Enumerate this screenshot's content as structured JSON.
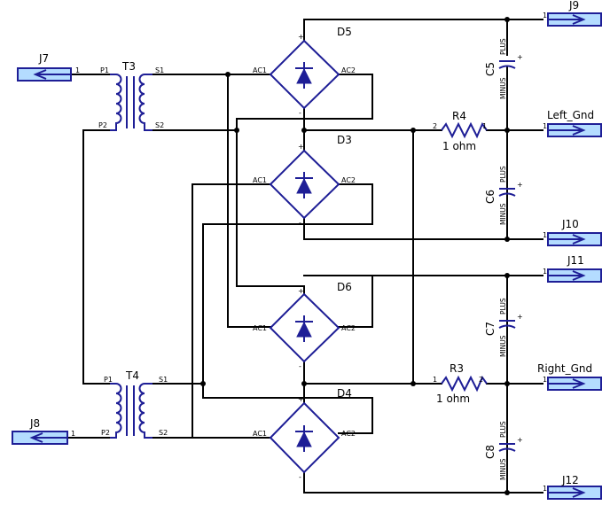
{
  "connectors": {
    "j7": {
      "ref": "J7",
      "pin": "1"
    },
    "j8": {
      "ref": "J8",
      "pin": "1"
    },
    "j9": {
      "ref": "J9",
      "pin": "1"
    },
    "j10": {
      "ref": "J10",
      "pin": "1"
    },
    "j11": {
      "ref": "J11",
      "pin": "1"
    },
    "j12": {
      "ref": "J12",
      "pin": "1"
    },
    "left_gnd": {
      "ref": "Left_Gnd",
      "pin": "1"
    },
    "right_gnd": {
      "ref": "Right_Gnd",
      "pin": "1"
    }
  },
  "transformers": {
    "t3": {
      "ref": "T3",
      "p1": "P1",
      "p2": "P2",
      "s1": "S1",
      "s2": "S2"
    },
    "t4": {
      "ref": "T4",
      "p1": "P1",
      "p2": "P2",
      "s1": "S1",
      "s2": "S2"
    }
  },
  "bridges": {
    "d5": {
      "ref": "D5",
      "ac1": "AC1",
      "ac2": "AC2",
      "plus": "+",
      "minus": "-"
    },
    "d3": {
      "ref": "D3",
      "ac1": "AC1",
      "ac2": "AC2",
      "plus": "+",
      "minus": "-"
    },
    "d6": {
      "ref": "D6",
      "ac1": "AC1",
      "ac2": "AC2",
      "plus": "+",
      "minus": "-"
    },
    "d4": {
      "ref": "D4",
      "ac1": "AC1",
      "ac2": "AC2",
      "plus": "+",
      "minus": "-"
    }
  },
  "resistors": {
    "r4": {
      "ref": "R4",
      "value": "1 ohm",
      "pin_left": "2",
      "pin_right": "1"
    },
    "r3": {
      "ref": "R3",
      "value": "1 ohm",
      "pin_left": "1",
      "pin_right": "2"
    }
  },
  "capacitors": {
    "c5": {
      "ref": "C5",
      "plus": "PLUS",
      "minus": "MINUS",
      "pol": "+"
    },
    "c6": {
      "ref": "C6",
      "plus": "PLUS",
      "minus": "MINUS",
      "pol": "+"
    },
    "c7": {
      "ref": "C7",
      "plus": "PLUS",
      "minus": "MINUS",
      "pol": "+"
    },
    "c8": {
      "ref": "C8",
      "plus": "PLUS",
      "minus": "MINUS",
      "pol": "+"
    }
  },
  "colors": {
    "wire": "#000000",
    "part": "#1e1e96",
    "connector_fill": "#b4dcff",
    "background": "#ffffff"
  }
}
